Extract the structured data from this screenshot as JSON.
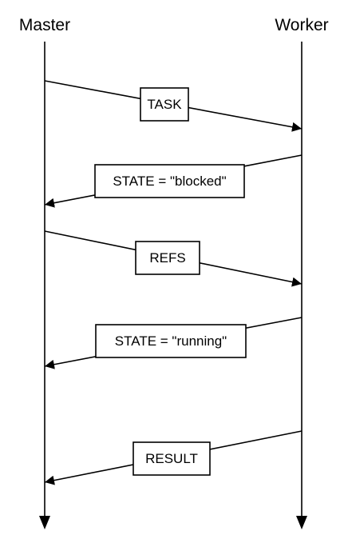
{
  "actors": {
    "master": "Master",
    "worker": "Worker"
  },
  "messages": [
    {
      "label": "TASK",
      "from": "master",
      "to": "worker"
    },
    {
      "label": "STATE = \"blocked\"",
      "from": "worker",
      "to": "master"
    },
    {
      "label": "REFS",
      "from": "master",
      "to": "worker"
    },
    {
      "label": "STATE = \"running\"",
      "from": "worker",
      "to": "master"
    },
    {
      "label": "RESULT",
      "from": "worker",
      "to": "master"
    }
  ],
  "colors": {
    "line": "#000000",
    "background": "#ffffff"
  }
}
